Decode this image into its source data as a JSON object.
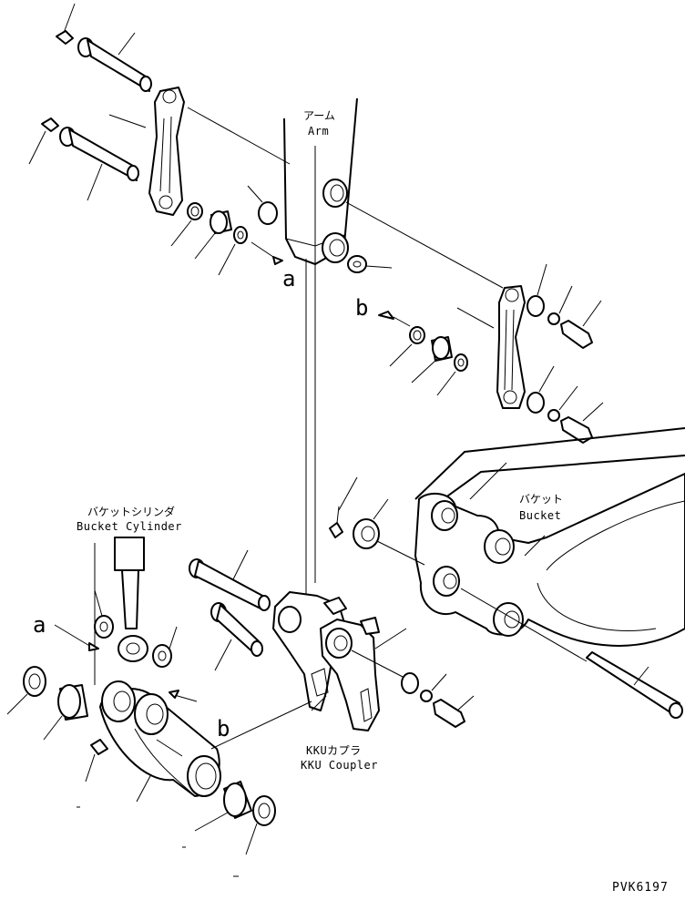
{
  "labels": {
    "arm_jp": "アーム",
    "arm_en": "Arm",
    "bucket_cylinder_jp": "バケットシリンダ",
    "bucket_cylinder_en": "Bucket Cylinder",
    "bucket_jp": "バケット",
    "bucket_en": "Bucket",
    "coupler_jp": "KKUカプラ",
    "coupler_en": "KKU Coupler",
    "ref_a": "a",
    "ref_b": "b",
    "drawing_code": "PVK6197"
  }
}
